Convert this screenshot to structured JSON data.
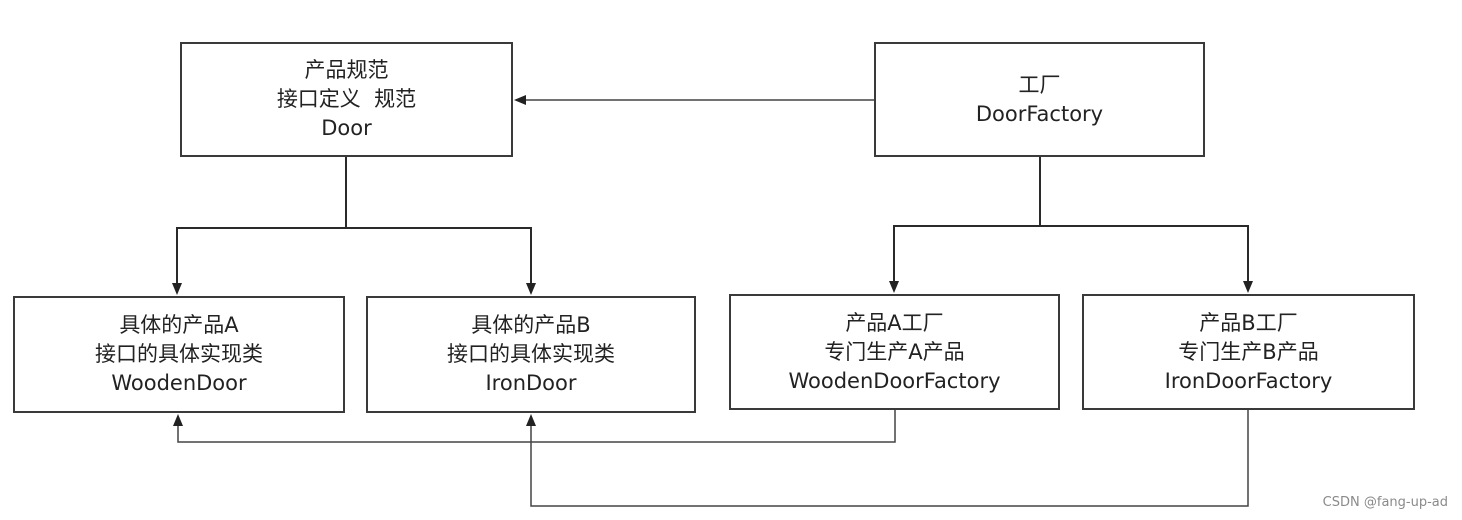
{
  "diagram": {
    "nodes": {
      "door": {
        "lines": [
          "产品规范",
          "接口定义  规范",
          "Door"
        ]
      },
      "factory": {
        "lines": [
          "工厂",
          "DoorFactory"
        ]
      },
      "wooden_door": {
        "lines": [
          "具体的产品A",
          "接口的具体实现类",
          "WoodenDoor"
        ]
      },
      "iron_door": {
        "lines": [
          "具体的产品B",
          "接口的具体实现类",
          "IronDoor"
        ]
      },
      "wooden_factory": {
        "lines": [
          "产品A工厂",
          "专门生产A产品",
          "WoodenDoorFactory"
        ]
      },
      "iron_factory": {
        "lines": [
          "产品B工厂",
          "专门生产B产品",
          "IronDoorFactory"
        ]
      }
    },
    "edges": [
      {
        "from": "factory",
        "to": "door"
      },
      {
        "from": "door",
        "to": "wooden_door"
      },
      {
        "from": "door",
        "to": "iron_door"
      },
      {
        "from": "factory",
        "to": "wooden_factory"
      },
      {
        "from": "factory",
        "to": "iron_factory"
      },
      {
        "from": "wooden_factory",
        "to": "wooden_door"
      },
      {
        "from": "iron_factory",
        "to": "iron_door"
      }
    ]
  },
  "watermark": "CSDN @fang-up-ad"
}
